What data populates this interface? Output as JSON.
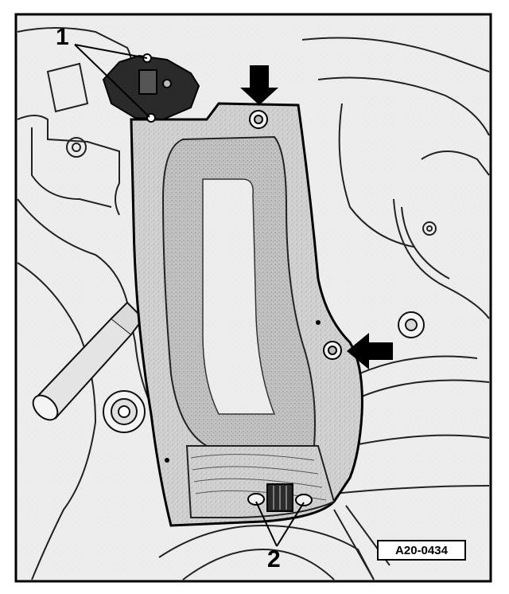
{
  "figure": {
    "callouts": {
      "part_1": "1",
      "part_2": "2"
    },
    "figure_code": "A20-0434"
  },
  "colors": {
    "ink": "#000000",
    "panel_fill": "#cfcfcf",
    "background_fill": "#ececec",
    "paper": "#ffffff"
  }
}
